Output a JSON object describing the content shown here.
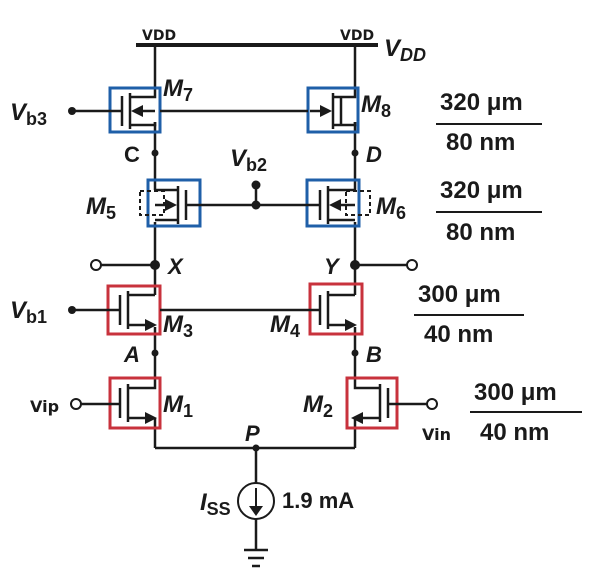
{
  "labels": {
    "vdd_left": "VDD",
    "vdd_mid": "VDD",
    "vdd_right": "V",
    "vdd_right_sub": "DD",
    "vb3": "V",
    "vb3_sub": "b3",
    "vb2": "V",
    "vb2_sub": "b2",
    "vb1": "V",
    "vb1_sub": "b1",
    "m7": "M",
    "m7_sub": "7",
    "m8": "M",
    "m8_sub": "8",
    "m5": "M",
    "m5_sub": "5",
    "m6": "M",
    "m6_sub": "6",
    "m3": "M",
    "m3_sub": "3",
    "m4": "M",
    "m4_sub": "4",
    "m1": "M",
    "m1_sub": "1",
    "m2": "M",
    "m2_sub": "2",
    "node_c": "C",
    "node_d": "D",
    "node_x": "X",
    "node_y": "Y",
    "node_a": "A",
    "node_b": "B",
    "node_p": "P",
    "vip": "Vip",
    "vin": "Vin",
    "iss": "I",
    "iss_sub": "SS",
    "iss_value": "1.9 mA"
  },
  "sizes": {
    "m7_m8": {
      "num": "320 μm",
      "den": "80 nm"
    },
    "m5_m6": {
      "num": "320 μm",
      "den": "80 nm"
    },
    "m3_m4": {
      "num": "300 μm",
      "den": "40 nm"
    },
    "m1_m2": {
      "num": "300 μm",
      "den": "40 nm"
    }
  },
  "colors": {
    "pmos_box": "#1f5fa8",
    "nmos_box": "#c8323c",
    "wire": "#1a1a1a"
  }
}
